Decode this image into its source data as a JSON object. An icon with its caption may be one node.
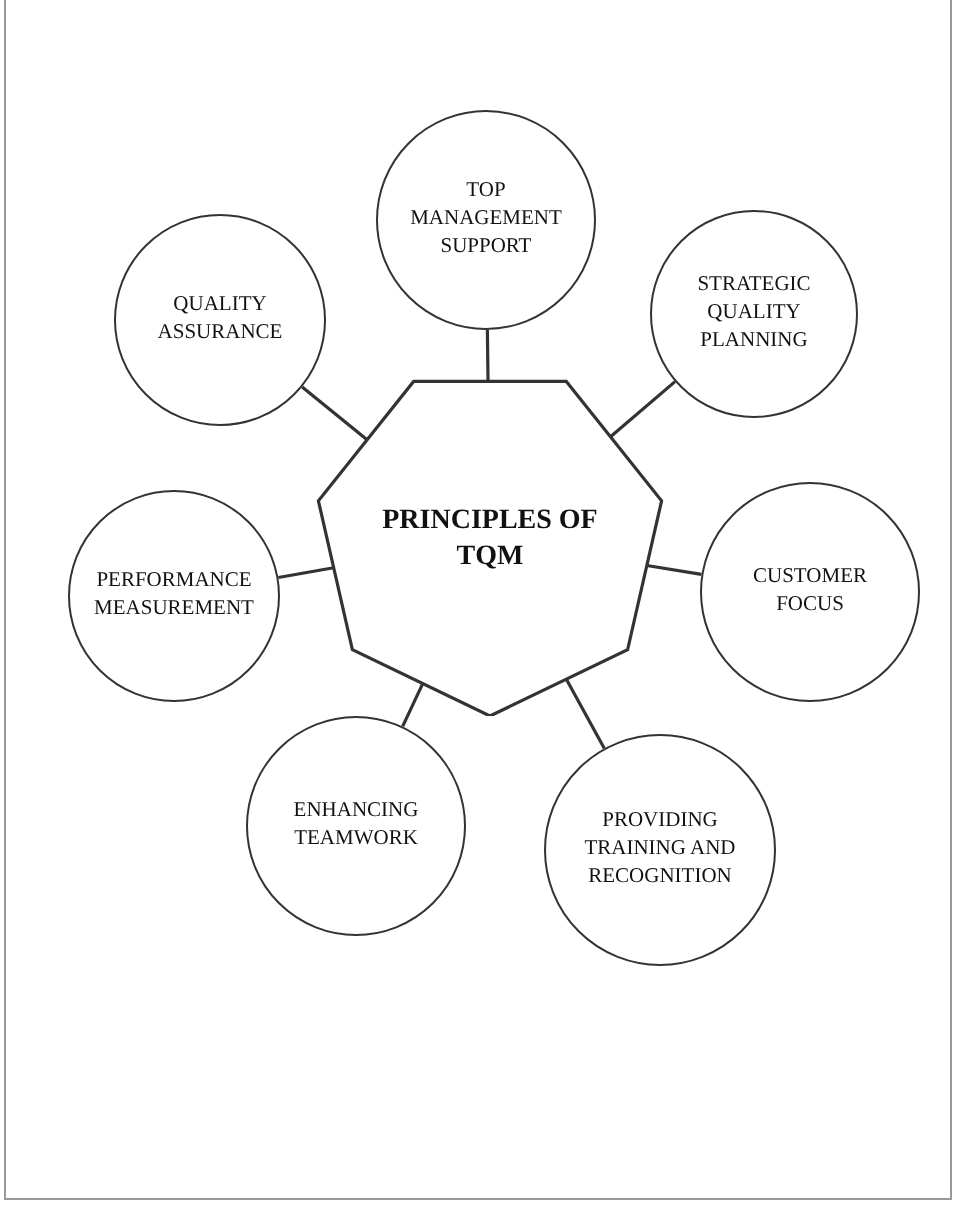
{
  "diagram": {
    "nodes": [
      {
        "text": [
          "PRINCIPLES OF TQM"
        ]
      },
      {
        "text": [
          "TOP MANAGEMENT SUPPORT"
        ]
      },
      {
        "text": [
          "STRATEGIC QUALITY PLANNING"
        ]
      },
      {
        "text": [
          "CUSTOMER FOCUS"
        ]
      },
      {
        "text": [
          "PROVIDING TRAINING AND RECOGNITION"
        ]
      },
      {
        "text": [
          "ENHANCING TEAMWORK"
        ]
      },
      {
        "text": [
          "PERFORMANCE MEASUREMENT"
        ]
      },
      {
        "text": [
          "QUALITY ASSURANCE"
        ]
      }
    ],
    "edges": [
      {
        "from": 0,
        "to": 1,
        "arrow": "none"
      },
      {
        "from": 0,
        "to": 2,
        "arrow": "none"
      },
      {
        "from": 0,
        "to": 3,
        "arrow": "none"
      },
      {
        "from": 0,
        "to": 4,
        "arrow": "none"
      },
      {
        "from": 0,
        "to": 5,
        "arrow": "none"
      },
      {
        "from": 0,
        "to": 6,
        "arrow": "none"
      },
      {
        "from": 0,
        "to": 7,
        "arrow": "none"
      }
    ]
  }
}
